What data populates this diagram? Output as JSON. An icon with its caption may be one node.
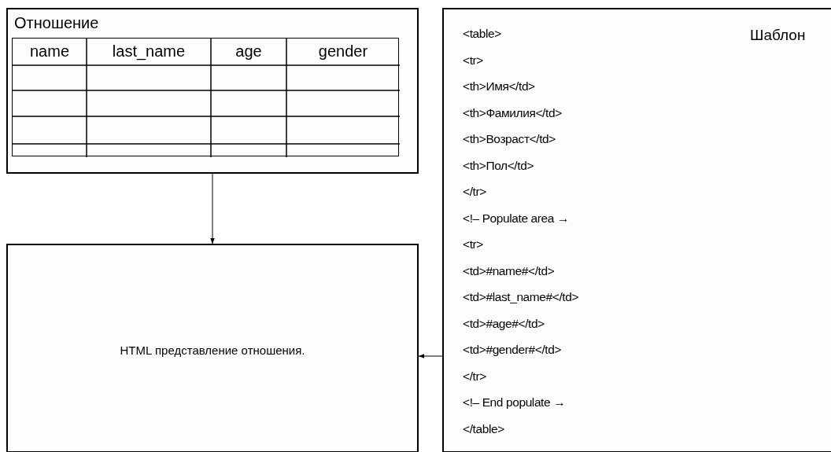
{
  "diagram": {
    "nodes": [
      {
        "text": [
          "Отношение"
        ]
      },
      {
        "text": [
          "name",
          "last_name",
          "age",
          "gender"
        ],
        "in": 0
      },
      {
        "text": [
          "HTML представление отношения."
        ]
      },
      {
        "text": [
          "Шаблон",
          "<table>",
          "<tr>",
          "<th>Имя</td>",
          "<th>Фамилия</td>",
          "<th>Возраст</td>",
          "<th>Пол</td>",
          "</tr>",
          "<!– Populate area →",
          "<tr>",
          "<td>#name#</td>",
          "<td>#last_name#</td>",
          "<td>#age#</td>",
          "<td>#gender#</td>",
          "</tr>",
          "<!– End populate →",
          "</table>"
        ]
      }
    ],
    "edges": [
      {
        "from": 0,
        "to": 2,
        "arrow": "to"
      },
      {
        "from": 3,
        "to": 2,
        "arrow": "to"
      }
    ]
  }
}
